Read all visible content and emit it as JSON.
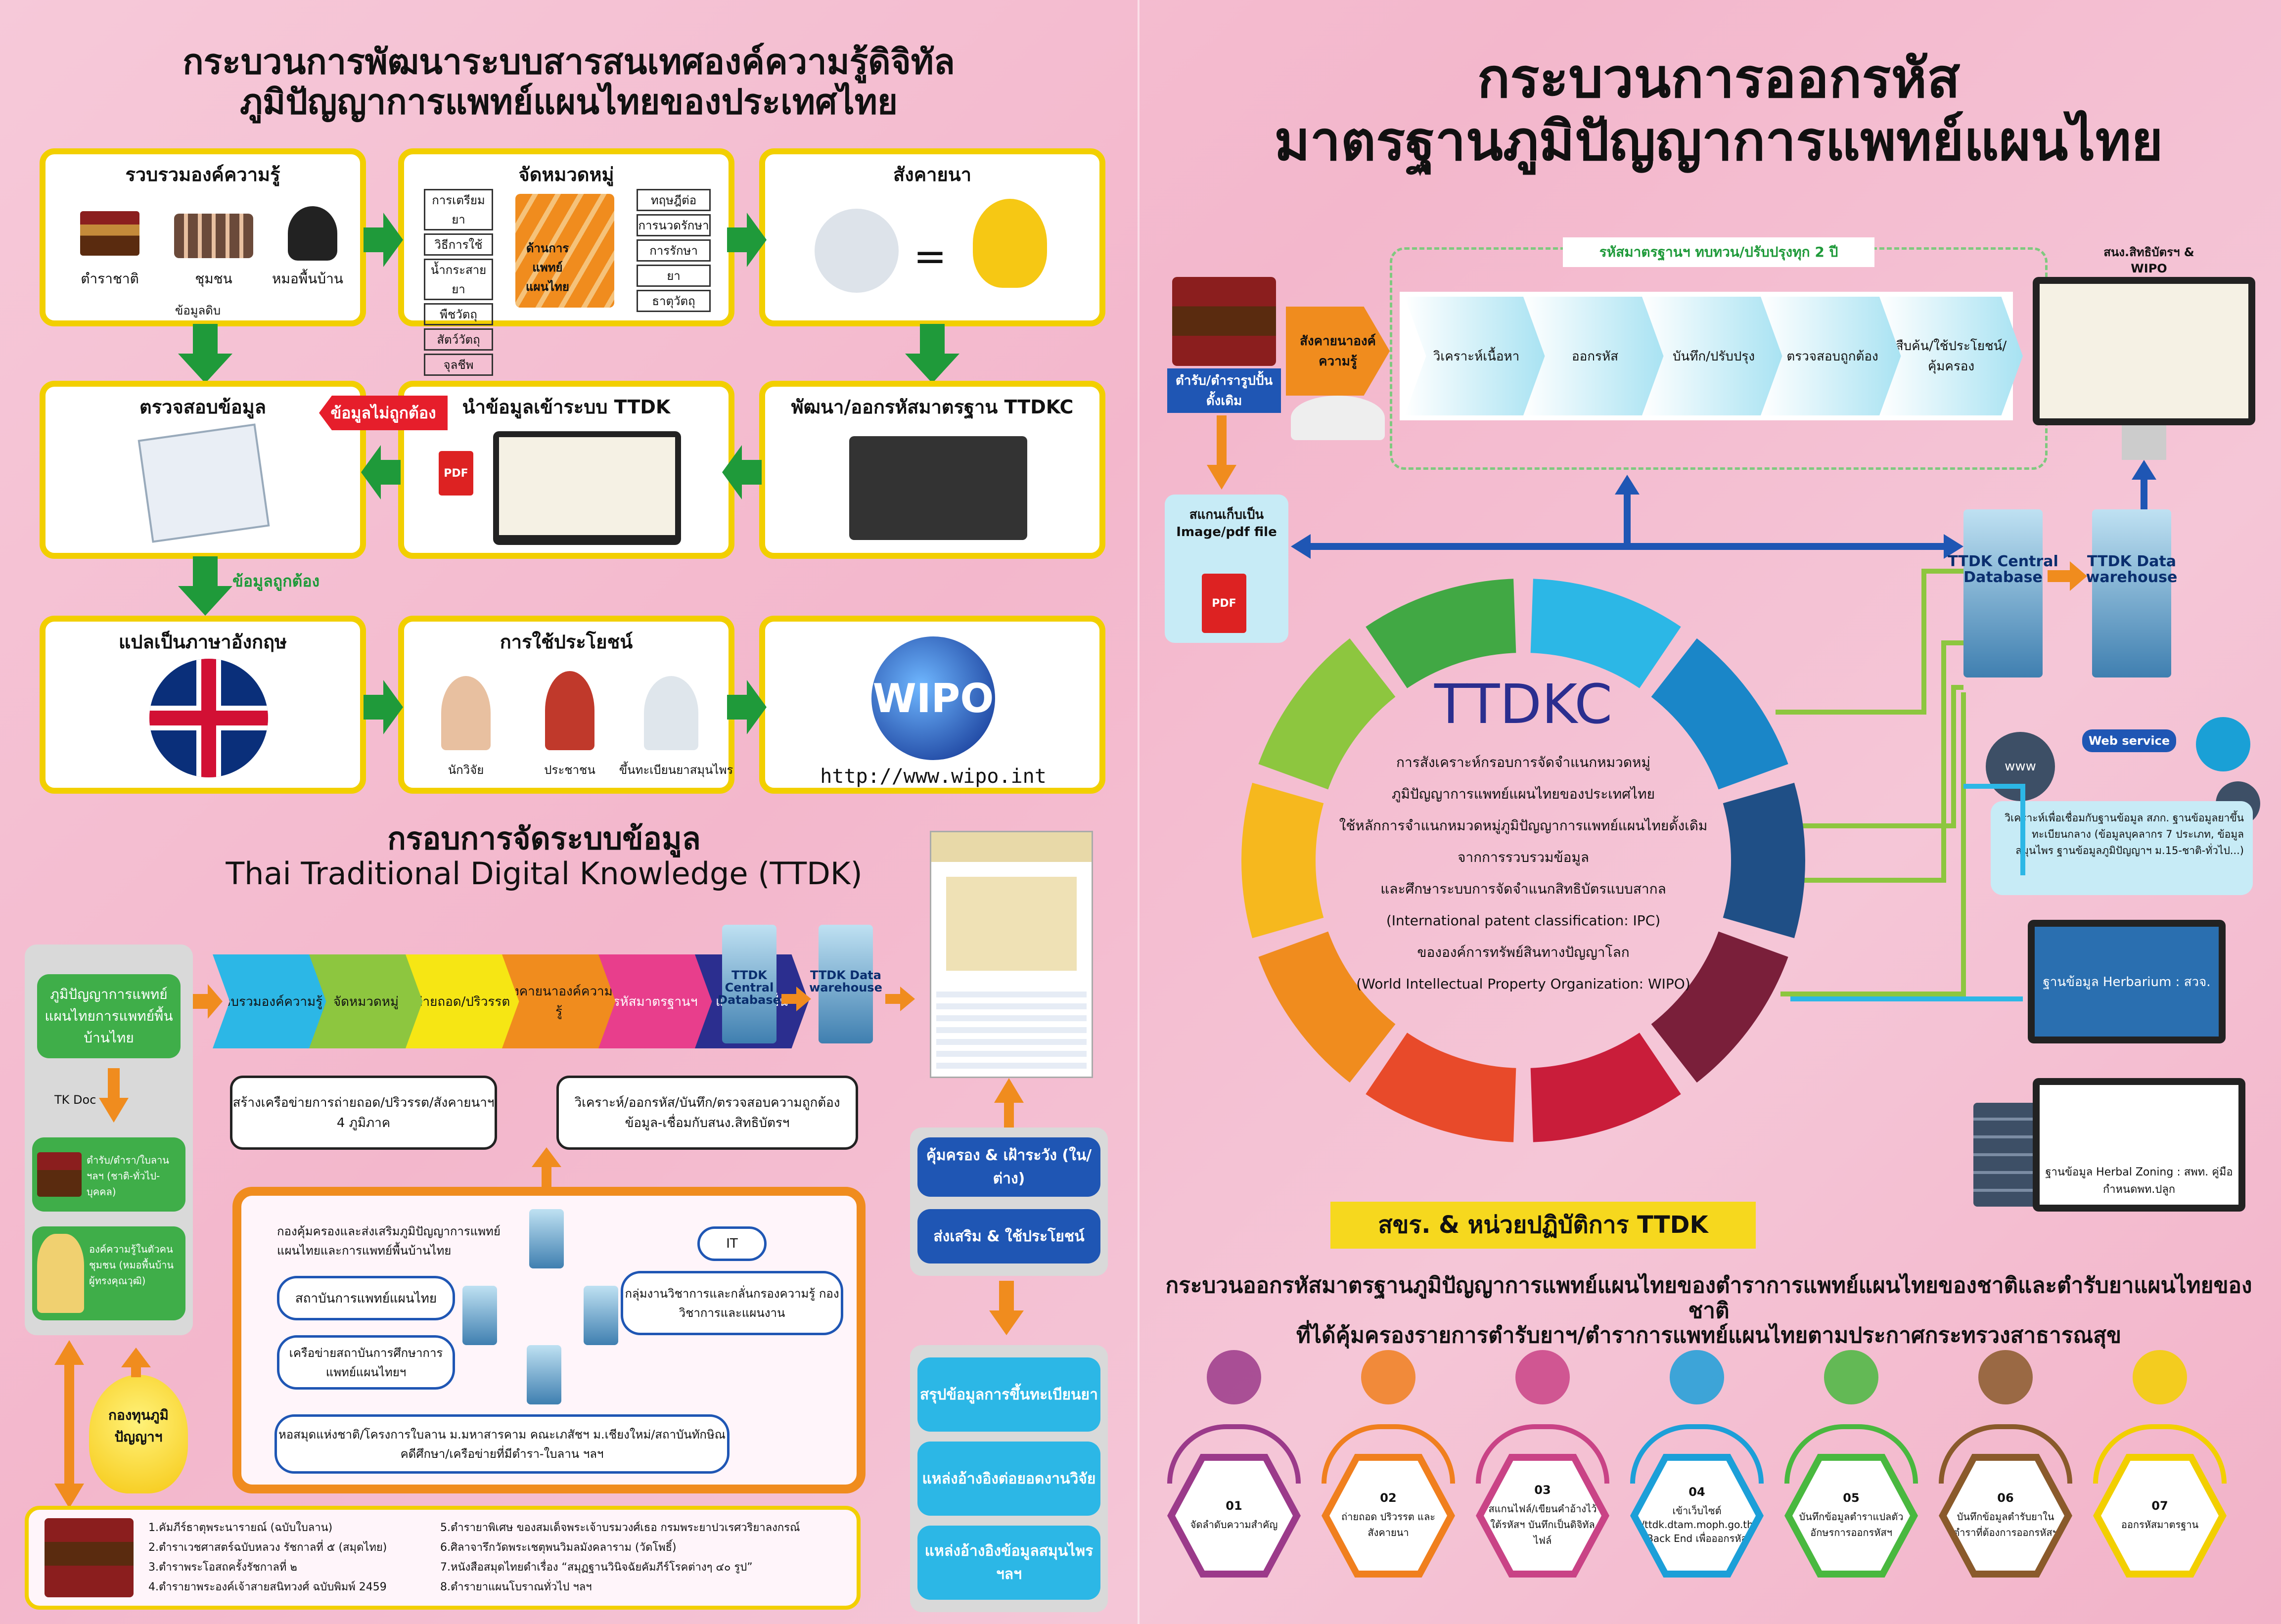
{
  "left": {
    "title_line1": "กระบวนการพัฒนาระบบสารสนเทศองค์ความรู้ดิจิทัล",
    "title_line2": "ภูมิปัญญาการแพทย์แผนไทยของประเทศไทย",
    "box1": {
      "title": "รวบรวมองค์ความรู้",
      "items": [
        "ตำราชาติ",
        "ชุมชน",
        "หมอพื้นบ้าน"
      ]
    },
    "box2": {
      "title": "จัดหมวดหมู่",
      "left_items": [
        "การเตรียมยา",
        "วิธีการใช้",
        "น้ำกระสายยา",
        "พืชวัตถุ",
        "สัตว์วัตถุ",
        "จุลชีพ"
      ],
      "center": "ด้านการแพทย์แผนไทย",
      "right_items": [
        "ทฤษฎีต่อ",
        "การนวดรักษา",
        "การรักษา",
        "ยา",
        "ธาตุวัตถุ"
      ]
    },
    "box3": {
      "title": "สังคายนา"
    },
    "raw_data_label": "ข้อมูลดิบ",
    "box4": {
      "title": "ตรวจสอบข้อมูล"
    },
    "box5": {
      "title": "นำข้อมูลเข้าระบบ TTDK",
      "badge": "ข้อมูลไม่ถูกต้อง",
      "pdf": "PDF"
    },
    "box6": {
      "title": "พัฒนา/ออกรหัสมาตรฐาน TTDKC"
    },
    "correct_label": "ข้อมูลถูกต้อง",
    "box7": {
      "title": "แปลเป็นภาษาอังกฤษ"
    },
    "box8": {
      "title": "การใช้ประโยชน์",
      "items": [
        "นักวิจัย",
        "ประชาชน",
        "ขึ้นทะเบียนยาสมุนไพร"
      ]
    },
    "box9": {
      "logo": "WIPO",
      "url": "http://www.wipo.int"
    },
    "framework_title1": "กรอบการจัดระบบข้อมูล",
    "framework_title2": "Thai Traditional Digital Knowledge (TTDK)",
    "wisdom_box": "ภูมิปัญญาการแพทย์แผนไทยการแพทย์พื้นบ้านไทย",
    "tk_doc": "TK Doc",
    "texts_label": "ตำรับ/ตำรา/ใบลาน ฯลฯ (ชาติ-ทั่วไป-บุคคล)",
    "knowledge_label": "องค์ความรู้ในตัวคน ชุมชน (หมอพื้นบ้าน ผู้ทรงคุณวุฒิ)",
    "fund_label": "กองทุนภูมิปัญญาฯ",
    "chevrons": [
      "รวบรวมองค์ความรู้",
      "จัดหมวดหมู่",
      "ถ่ายถอด/ปริวรรต",
      "สังคายนาองค์ความรู้",
      "รหัสมาตรฐานฯ",
      "แปลภาษาอื่น"
    ],
    "central_db": "TTDK Central Database",
    "data_wh": "TTDK Data warehouse",
    "network_box": "สร้างเครือข่ายการถ่ายถอด/ปริวรรต/สังคายนาฯ 4 ภูมิภาค",
    "analyze_box": "วิเคราะห์/ออกรหัส/บันทึก/ตรวจสอบความถูกต้องข้อมูล-เชื่อมกับสนง.สิทธิบัตรฯ",
    "org_box": "กองคุ้มครองและส่งเสริมภูมิปัญญาการแพทย์แผนไทยและการแพทย์พื้นบ้านไทย",
    "it_label": "IT",
    "inst_label": "สถาบันการแพทย์แผนไทย",
    "inst_network": "เครือข่ายสถาบันการศึกษาการแพทย์แผนไทยฯ",
    "strategy_label": "กลุ่มงานวิชาการและกลั่นกรองความรู้ กองวิชาการและแผนงาน",
    "partners": "หอสมุดแห่งชาติ/โครงการใบลาน ม.มหาสารคาม คณะเภสัชฯ ม.เชียงใหม่/สถาบันทักษิณคดีศึกษา/เครือข่ายที่มีตำรา-ใบลาน ฯลฯ",
    "protect_btn": "คุ้มครอง & เฝ้าระวัง (ใน/ต่าง)",
    "promote_btn": "ส่งเสริม & ใช้ประโยชน์",
    "out1": "สรุปข้อมูลการขึ้นทะเบียนยา",
    "out2": "แหล่งอ้างอิงต่อยอดงานวิจัย",
    "out3": "แหล่งอ้างอิงข้อมูลสมุนไพร ฯลฯ",
    "refs_left": [
      "1.คัมภีร์ธาตุพระนารายณ์ (ฉบับใบลาน)",
      "2.ตำราเวชศาสตร์ฉบับหลวง รัชกาลที่ ๕ (สมุดไทย)",
      "3.ตำราพระโอสถครั้งรัชกาลที่ ๒",
      "4.ตำรายาพระองค์เจ้าสายสนิทวงศ์ ฉบับพิมพ์ 2459"
    ],
    "refs_right": [
      "5.ตำรายาพิเศษ ของสมเด็จพระเจ้าบรมวงศ์เธอ กรมพระยาปวเรศวริยาลงกรณ์",
      "6.ศิลาจารึกวัดพระเชตุพนวิมลมังคลาราม (วัดโพธิ์)",
      "7.หนังสือสมุดไทยดำเรื่อง “สมุฏฐานวินิจฉัยคัมภีร์โรคต่างๆ ๔๐ รูป”",
      "8.ตำรายาแผนโบราณทั่วไป ฯลฯ"
    ]
  },
  "right": {
    "title_line1": "กระบวนการออกรหัส",
    "title_line2": "มาตรฐานภูมิปัญญาการแพทย์แผนไทย",
    "review_cycle": "รหัสมาตรฐานฯ ทบทวน/ปรับปรุงทุก 2 ปี",
    "patent_office": "สนง.สิทธิบัตรฯ & WIPO",
    "source_label": "ตำรับ/ตำรารูปปั้นดั้งเดิม",
    "collect_label": "สังคายนาองค์ความรู้",
    "chevrons": [
      "วิเคราะห์เนื้อหา",
      "ออกรหัส",
      "บันทึก/ปรับปรุง",
      "ตรวจสอบถูกต้อง",
      "สืบค้น/ใช้ประโยชน์/คุ้มครอง"
    ],
    "scan_label": "สแกนเก็บเป็น Image/pdf file",
    "pdf": "PDF",
    "central_db": "TTDK Central Database",
    "data_wh": "TTDK Data warehouse",
    "web_service": "Web service",
    "www": "www",
    "circle_title": "TTDKC",
    "circle_lines": [
      "การสังเคราะห์กรอบการจัดจำแนกหมวดหมู่",
      "ภูมิปัญญาการแพทย์แผนไทยของประเทศไทย",
      "ใช้หลักการจำแนกหมวดหมู่ภูมิปัญญาการแพทย์แผนไทยดั้งเดิม",
      "จากการรวบรวมข้อมูล",
      "และศึกษาระบบการจัดจำแนกสิทธิบัตรแบบสากล",
      "(International patent classification: IPC)",
      "ขององค์การทรัพย์สินทางปัญญาโลก",
      "(World Intellectual Property Organization: WIPO)"
    ],
    "link_box": "วิเคราะห์เพื่อเชื่อมกับฐานข้อมูล สภก. ฐานข้อมูลยาขึ้นทะเบียนกลาง (ข้อมูลบุคลากร 7 ประเภท, ข้อมูลสมุนไพร ฐานข้อมูลภูมิปัญญาฯ ม.15-ชาติ-ทั่วไป...)",
    "herbarium": "ฐานข้อมูล Herbarium : สวจ.",
    "herbal_zoning": "ฐานข้อมูล Herbal Zoning : สพท. คู่มือกำหนดพท.ปลูก",
    "unit_banner": "สขร. & หน่วยปฏิบัติการ TTDK",
    "process_title1": "กระบวนออกรหัสมาตรฐานภูมิปัญญาการแพทย์แผนไทยของตำราการแพทย์แผนไทยของชาติและตำรับยาแผนไทยของชาติ",
    "process_title2": "ที่ได้คุ้มครองรายการตำรับยาฯ/ตำราการแพทย์แผนไทยตามประกาศกระทรวงสาธารณสุข",
    "steps": [
      {
        "num": "01",
        "text": "จัดลำดับความสำคัญ",
        "color": "#9b3a8a"
      },
      {
        "num": "02",
        "text": "ถ่ายถอด ปริวรรต และสังคายนา",
        "color": "#f07f1e"
      },
      {
        "num": "03",
        "text": "สแกนไฟล์/เขียนคำอ้างไว้ใต้รหัสฯ บันทึกเป็นดิจิทัลไฟล์",
        "color": "#c94386"
      },
      {
        "num": "04",
        "text": "เข้าเว็บไซต์ http://ttdk.dtam.moph.go.th/ttdk/ (Back End เพื่อออกรหัส)",
        "color": "#1c9fd8"
      },
      {
        "num": "05",
        "text": "บันทึกข้อมูลตำราแปลตัวอักษรการออกรหัสฯ",
        "color": "#49b83f"
      },
      {
        "num": "06",
        "text": "บันทึกข้อมูลตำรับยาในตำราที่ต้องการออกรหัสฯ",
        "color": "#8a5a2b"
      },
      {
        "num": "07",
        "text": "ออกรหัสมาตรฐาน",
        "color": "#f2cf00"
      }
    ]
  },
  "colors": {
    "accent_yellow": "#f2cf00",
    "arrow_green": "#1f9a3a",
    "title_blue": "#1f2f8a",
    "dark_blue": "#1f56b4",
    "cyan": "#2cb7e6",
    "orange": "#f08c1e"
  }
}
